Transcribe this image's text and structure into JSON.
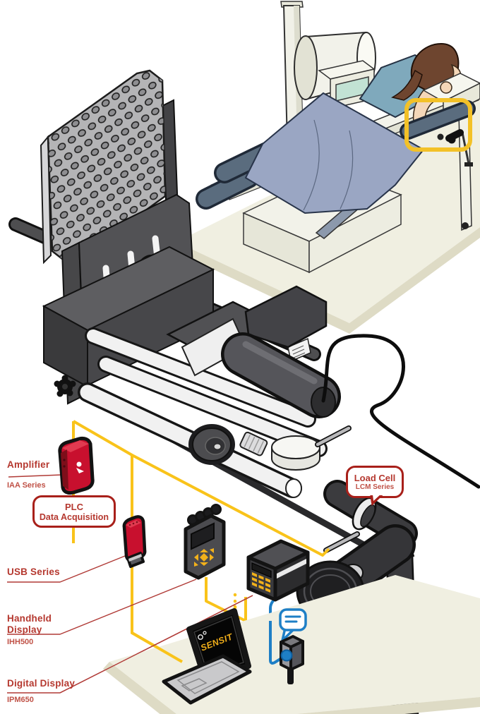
{
  "diagram": {
    "labels": {
      "amplifier": {
        "title": "Amplifier",
        "subtitle": "IAA Series"
      },
      "usb": {
        "title": "USB Series"
      },
      "handheld": {
        "title": "Handheld Display",
        "subtitle": "IHH500"
      },
      "digital": {
        "title": "Digital Display",
        "subtitle": "IPM650"
      }
    },
    "callouts": {
      "plc": {
        "line1": "PLC",
        "line2": "Data Acquisition"
      },
      "load_cell": {
        "title": "Load Cell",
        "subtitle": "LCM Series"
      }
    },
    "laptop_logo": "SENSIT",
    "colors": {
      "wire_yellow": "#F9C31A",
      "wire_blue": "#1E7FC6",
      "label_red": "#B5382F",
      "callout_border": "#A8201A",
      "device_red": "#C8102E",
      "highlight_yellow": "#F3C127",
      "floor_beige": "#F0EFE1"
    }
  }
}
